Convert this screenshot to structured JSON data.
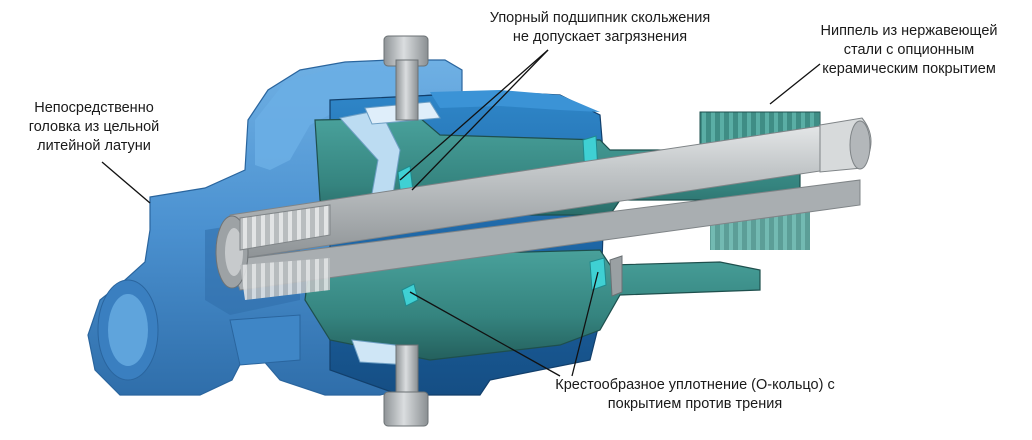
{
  "labels": {
    "head": {
      "lines": [
        "Непосредственно",
        "головка из цельной",
        "литейной латуни"
      ]
    },
    "bearing": {
      "lines": [
        "Упорный подшипник скольжения",
        "не допускает загрязнения"
      ]
    },
    "nipple": {
      "lines": [
        "Ниппель из нержавеющей",
        "стали с опционным",
        "керамическим покрытием"
      ]
    },
    "oring": {
      "lines": [
        "Крестообразное уплотнение (О-кольцо) с",
        "покрытием против трения"
      ]
    }
  },
  "colors": {
    "housing": "#4d95d4",
    "housing_dark": "#2d6fae",
    "sleeve": "#1f6fb0",
    "green": "#3a8c88",
    "green_dark": "#245f63",
    "teal_ring": "#34c3c8",
    "steel": "#c9ccce",
    "steel_dark": "#8e9396",
    "bolt": "#b8bcbf"
  }
}
